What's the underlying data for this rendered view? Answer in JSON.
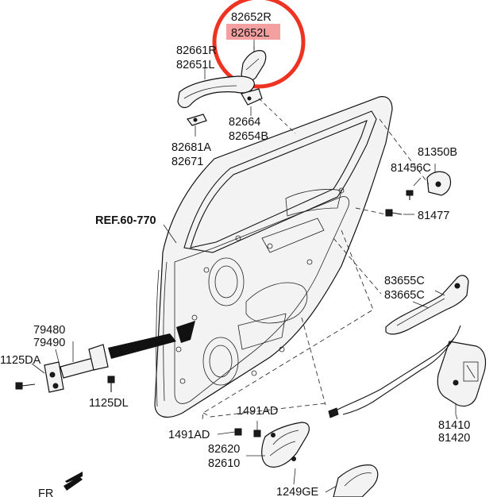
{
  "labels": {
    "p82652R": "82652R",
    "p82652L": "82652L",
    "p82661R": "82661R",
    "p82651L": "82651L",
    "p82664": "82664",
    "p82654B": "82654B",
    "p82681A": "82681A",
    "p82671": "82671",
    "p81350B": "81350B",
    "p81456C": "81456C",
    "p81477": "81477",
    "ref": "REF.60-770",
    "p83655C": "83655C",
    "p83665C": "83665C",
    "p79480": "79480",
    "p79490": "79490",
    "p1125DA": "1125DA",
    "p1125DL": "1125DL",
    "p1491AD_a": "1491AD",
    "p1491AD_b": "1491AD",
    "p82620": "82620",
    "p82610": "82610",
    "p81410": "81410",
    "p81420": "81420",
    "p1249GE": "1249GE",
    "fr": "FR"
  },
  "colors": {
    "highlight_fill": "#f4a0a0",
    "circle_stroke": "#ee3322"
  }
}
